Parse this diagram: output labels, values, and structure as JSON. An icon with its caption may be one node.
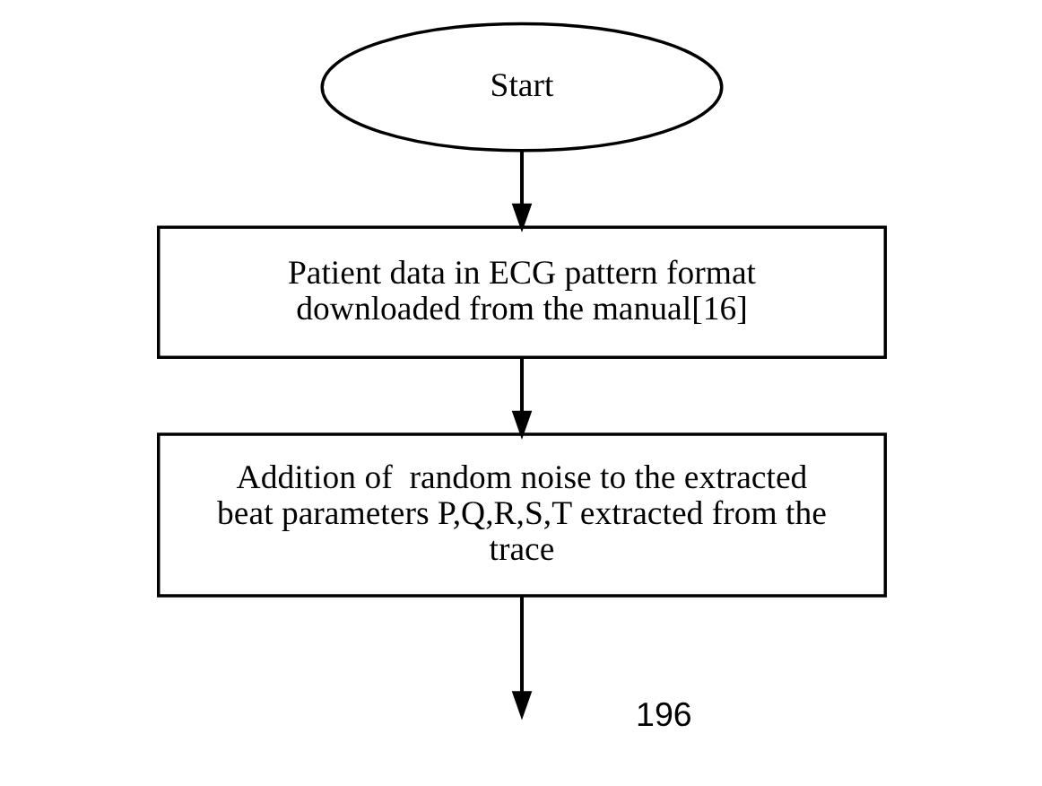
{
  "diagram": {
    "nodes": [
      {
        "text": [
          "Start"
        ]
      },
      {
        "text": [
          "Patient data in ECG pattern format downloaded from the manual[16]"
        ]
      },
      {
        "text": [
          "Addition of  random noise to the extracted beat parameters P,Q,R,S,T extracted from the trace"
        ]
      }
    ],
    "edges": [
      {
        "from": 0,
        "to": 1,
        "arrow": "to"
      },
      {
        "from": 1,
        "to": 2,
        "arrow": "to"
      },
      {
        "from": 2,
        "to": null,
        "arrow": "to"
      }
    ],
    "labels": [
      "196"
    ]
  }
}
